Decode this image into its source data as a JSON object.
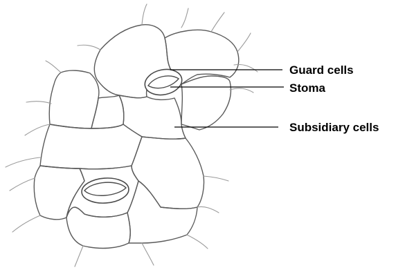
{
  "labels": {
    "guard_cells": "Guard cells",
    "stoma": "Stoma",
    "subsidiary_cells": "Subsidiary cells"
  }
}
